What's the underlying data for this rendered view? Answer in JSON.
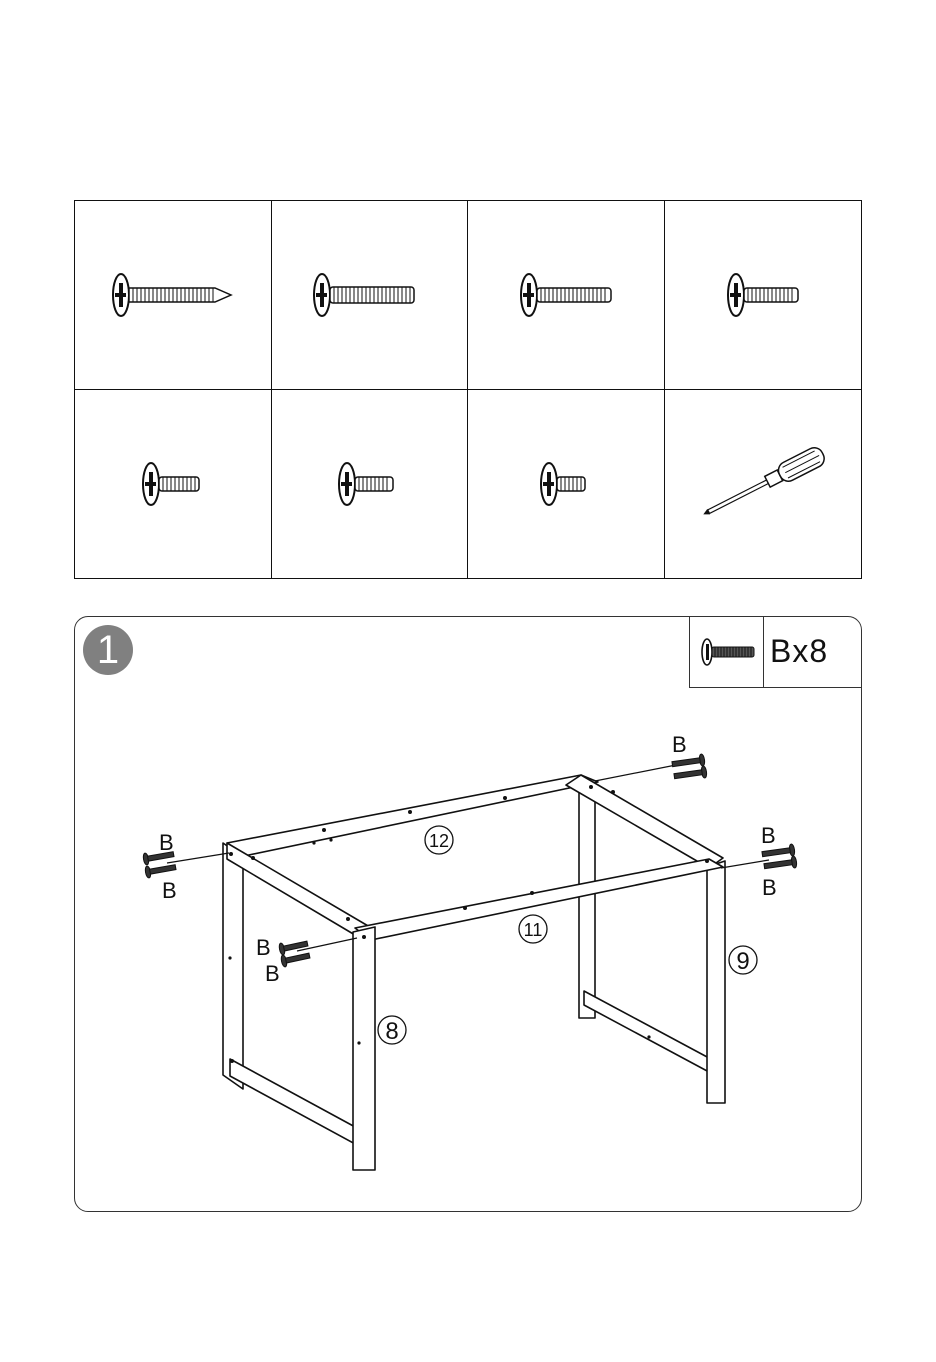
{
  "hardware": [
    {
      "icon": "wood-screw-long-icon"
    },
    {
      "icon": "bolt-long-icon"
    },
    {
      "icon": "bolt-medium-long-icon"
    },
    {
      "icon": "bolt-medium-icon"
    },
    {
      "icon": "bolt-short-icon"
    },
    {
      "icon": "bolt-short-icon"
    },
    {
      "icon": "bolt-shortest-icon"
    },
    {
      "icon": "screwdriver-icon"
    }
  ],
  "step": {
    "number": "1",
    "parts": {
      "icon": "bolt-b-icon",
      "quantity": "Bx8"
    },
    "labels": {
      "bolt_letter": "B",
      "part_12": "12",
      "part_11": "11",
      "part_9": "9",
      "part_8": "8"
    }
  }
}
